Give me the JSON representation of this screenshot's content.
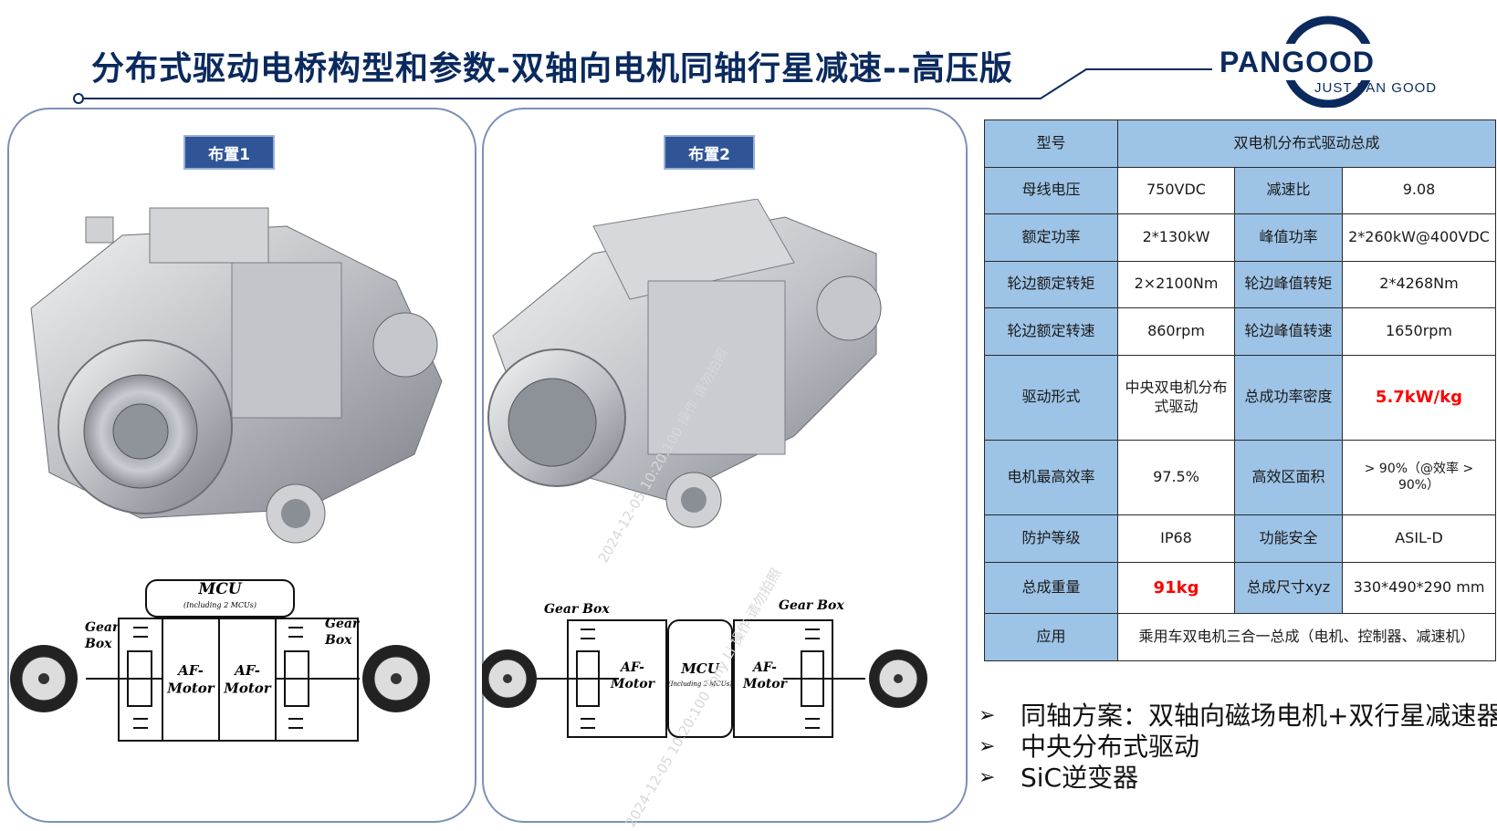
{
  "title": "分布式驱动电桥构型和参数-双轴向电机同轴行星减速--高压版",
  "logo": {
    "name": "PANGOOD",
    "tagline": "JUST PAN GOOD"
  },
  "layouts": [
    {
      "tag": "布置1",
      "mcu": "MCU",
      "mcu_note": "(Including 2 MCUs)",
      "motor_left": "AF-\nMotor",
      "motor_right": "AF-\nMotor",
      "gearbox_left": "Gear\nBox",
      "gearbox_right": "Gear\nBox"
    },
    {
      "tag": "布置2",
      "mcu": "MCU",
      "mcu_note": "(Including 2 MCUs)",
      "motor_left": "AF-\nMotor",
      "motor_right": "AF-\nMotor",
      "gearbox_left": "Gear Box",
      "gearbox_right": "Gear Box"
    }
  ],
  "spec_table": {
    "model_label": "型号",
    "model_value": "双电机分布式驱动总成",
    "rows": [
      {
        "l1": "母线电压",
        "v1": "750VDC",
        "l2": "减速比",
        "v2": "9.08"
      },
      {
        "l1": "额定功率",
        "v1": "2*130kW",
        "l2": "峰值功率",
        "v2": "2*260kW@400VDC"
      },
      {
        "l1": "轮边额定转矩",
        "v1": "2×2100Nm",
        "l2": "轮边峰值转矩",
        "v2": "2*4268Nm"
      },
      {
        "l1": "轮边额定转速",
        "v1": "860rpm",
        "l2": "轮边峰值转速",
        "v2": "1650rpm"
      },
      {
        "l1": "驱动形式",
        "v1": "中央双电机分布式驱动",
        "l2": "总成功率密度",
        "v2": "5.7kW/kg"
      },
      {
        "l1": "电机最高效率",
        "v1": "97.5%",
        "l2": "高效区面积",
        "v2": "> 90%（@效率 > 90%）"
      },
      {
        "l1": "防护等级",
        "v1": "IP68",
        "l2": "功能安全",
        "v2": "ASIL-D"
      },
      {
        "l1": "总成重量",
        "v1": "91kg",
        "l2": "总成尺寸xyz",
        "v2": "330*490*290 mm"
      }
    ],
    "app_label": "应用",
    "app_value": "乘用车双电机三合一总成（电机、控制器、减速机）"
  },
  "bullets": [
    "同轴方案：双轴向磁场电机+双行星减速器",
    "中央分布式驱动",
    "SiC逆变器"
  ],
  "watermark": {
    "line1": "2024-12-05 10:20:100 操作 请勿拍照",
    "line2": "2024-12-05 10:20:100 Tony Li 操作 请勿拍照"
  },
  "colors": {
    "navy": "#0a2a5e",
    "table_label_bg": "#9dc3e6",
    "tag_bg": "#2f5597",
    "highlight": "#ff0000"
  }
}
